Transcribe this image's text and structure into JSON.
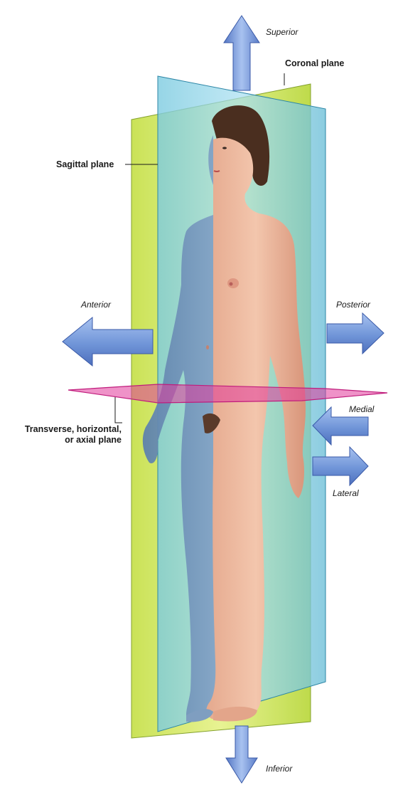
{
  "figure": {
    "labels": {
      "superior": "Superior",
      "inferior": "Inferior",
      "anterior": "Anterior",
      "posterior": "Posterior",
      "medial": "Medial",
      "lateral": "Lateral",
      "coronal_plane": "Coronal plane",
      "sagittal_plane": "Sagittal plane",
      "transverse_plane_line1": "Transverse, horizontal,",
      "transverse_plane_line2": "or axial plane"
    },
    "colors": {
      "coronal_plane": "#d8ec6a",
      "sagittal_plane": "#8fd3e6",
      "transverse_plane": "#e2389a",
      "arrow": "#6f93d6",
      "skin": "#e9b39a",
      "skin_shaded_blue": "#6e8fb3",
      "hair": "#4a2e1f"
    }
  }
}
